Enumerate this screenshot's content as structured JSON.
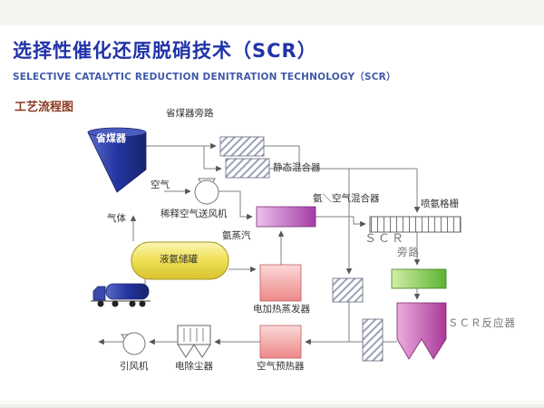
{
  "page": {
    "title": "选择性催化还原脱硝技术（SCR）",
    "subtitle": "SELECTIVE CATALYTIC REDUCTION DENITRATION TECHNOLOGY（SCR）",
    "section_label": "工艺流程图"
  },
  "diagram": {
    "labels": {
      "economizer": "省煤器",
      "economizer_bypass": "省煤器旁路",
      "static_mixer": "静态混合器",
      "air": "空气",
      "dilution_air_fan": "稀释空气送风机",
      "ammonia_air_mixer": "氨＼空气混合器",
      "ammonia_injection_grid": "喷氨格栅",
      "ammonia_vapor": "氨蒸汽",
      "liquid_ammonia_tank": "液氨储罐",
      "gas": "气体",
      "electric_evaporator": "电加热蒸发器",
      "scr": "ＳＣＲ",
      "bypass": "旁路",
      "scr_reactor": "ＳＣＲ反应器",
      "air_preheater": "空气预热器",
      "esp": "电除尘器",
      "id_fan": "引风机"
    },
    "colors": {
      "title_blue": "#2133a8",
      "subtitle_blue": "#4059a8",
      "section_red": "#8c3a22",
      "economizer_blue": "#2335a0",
      "tank_yellow": "#f0e25a",
      "mixer_magenta": "#a43ca4",
      "evaporator_pink": "#ec8888",
      "green_box": "#5cb232",
      "reactor_magenta": "#aa3898",
      "line_gray": "#808080"
    }
  }
}
